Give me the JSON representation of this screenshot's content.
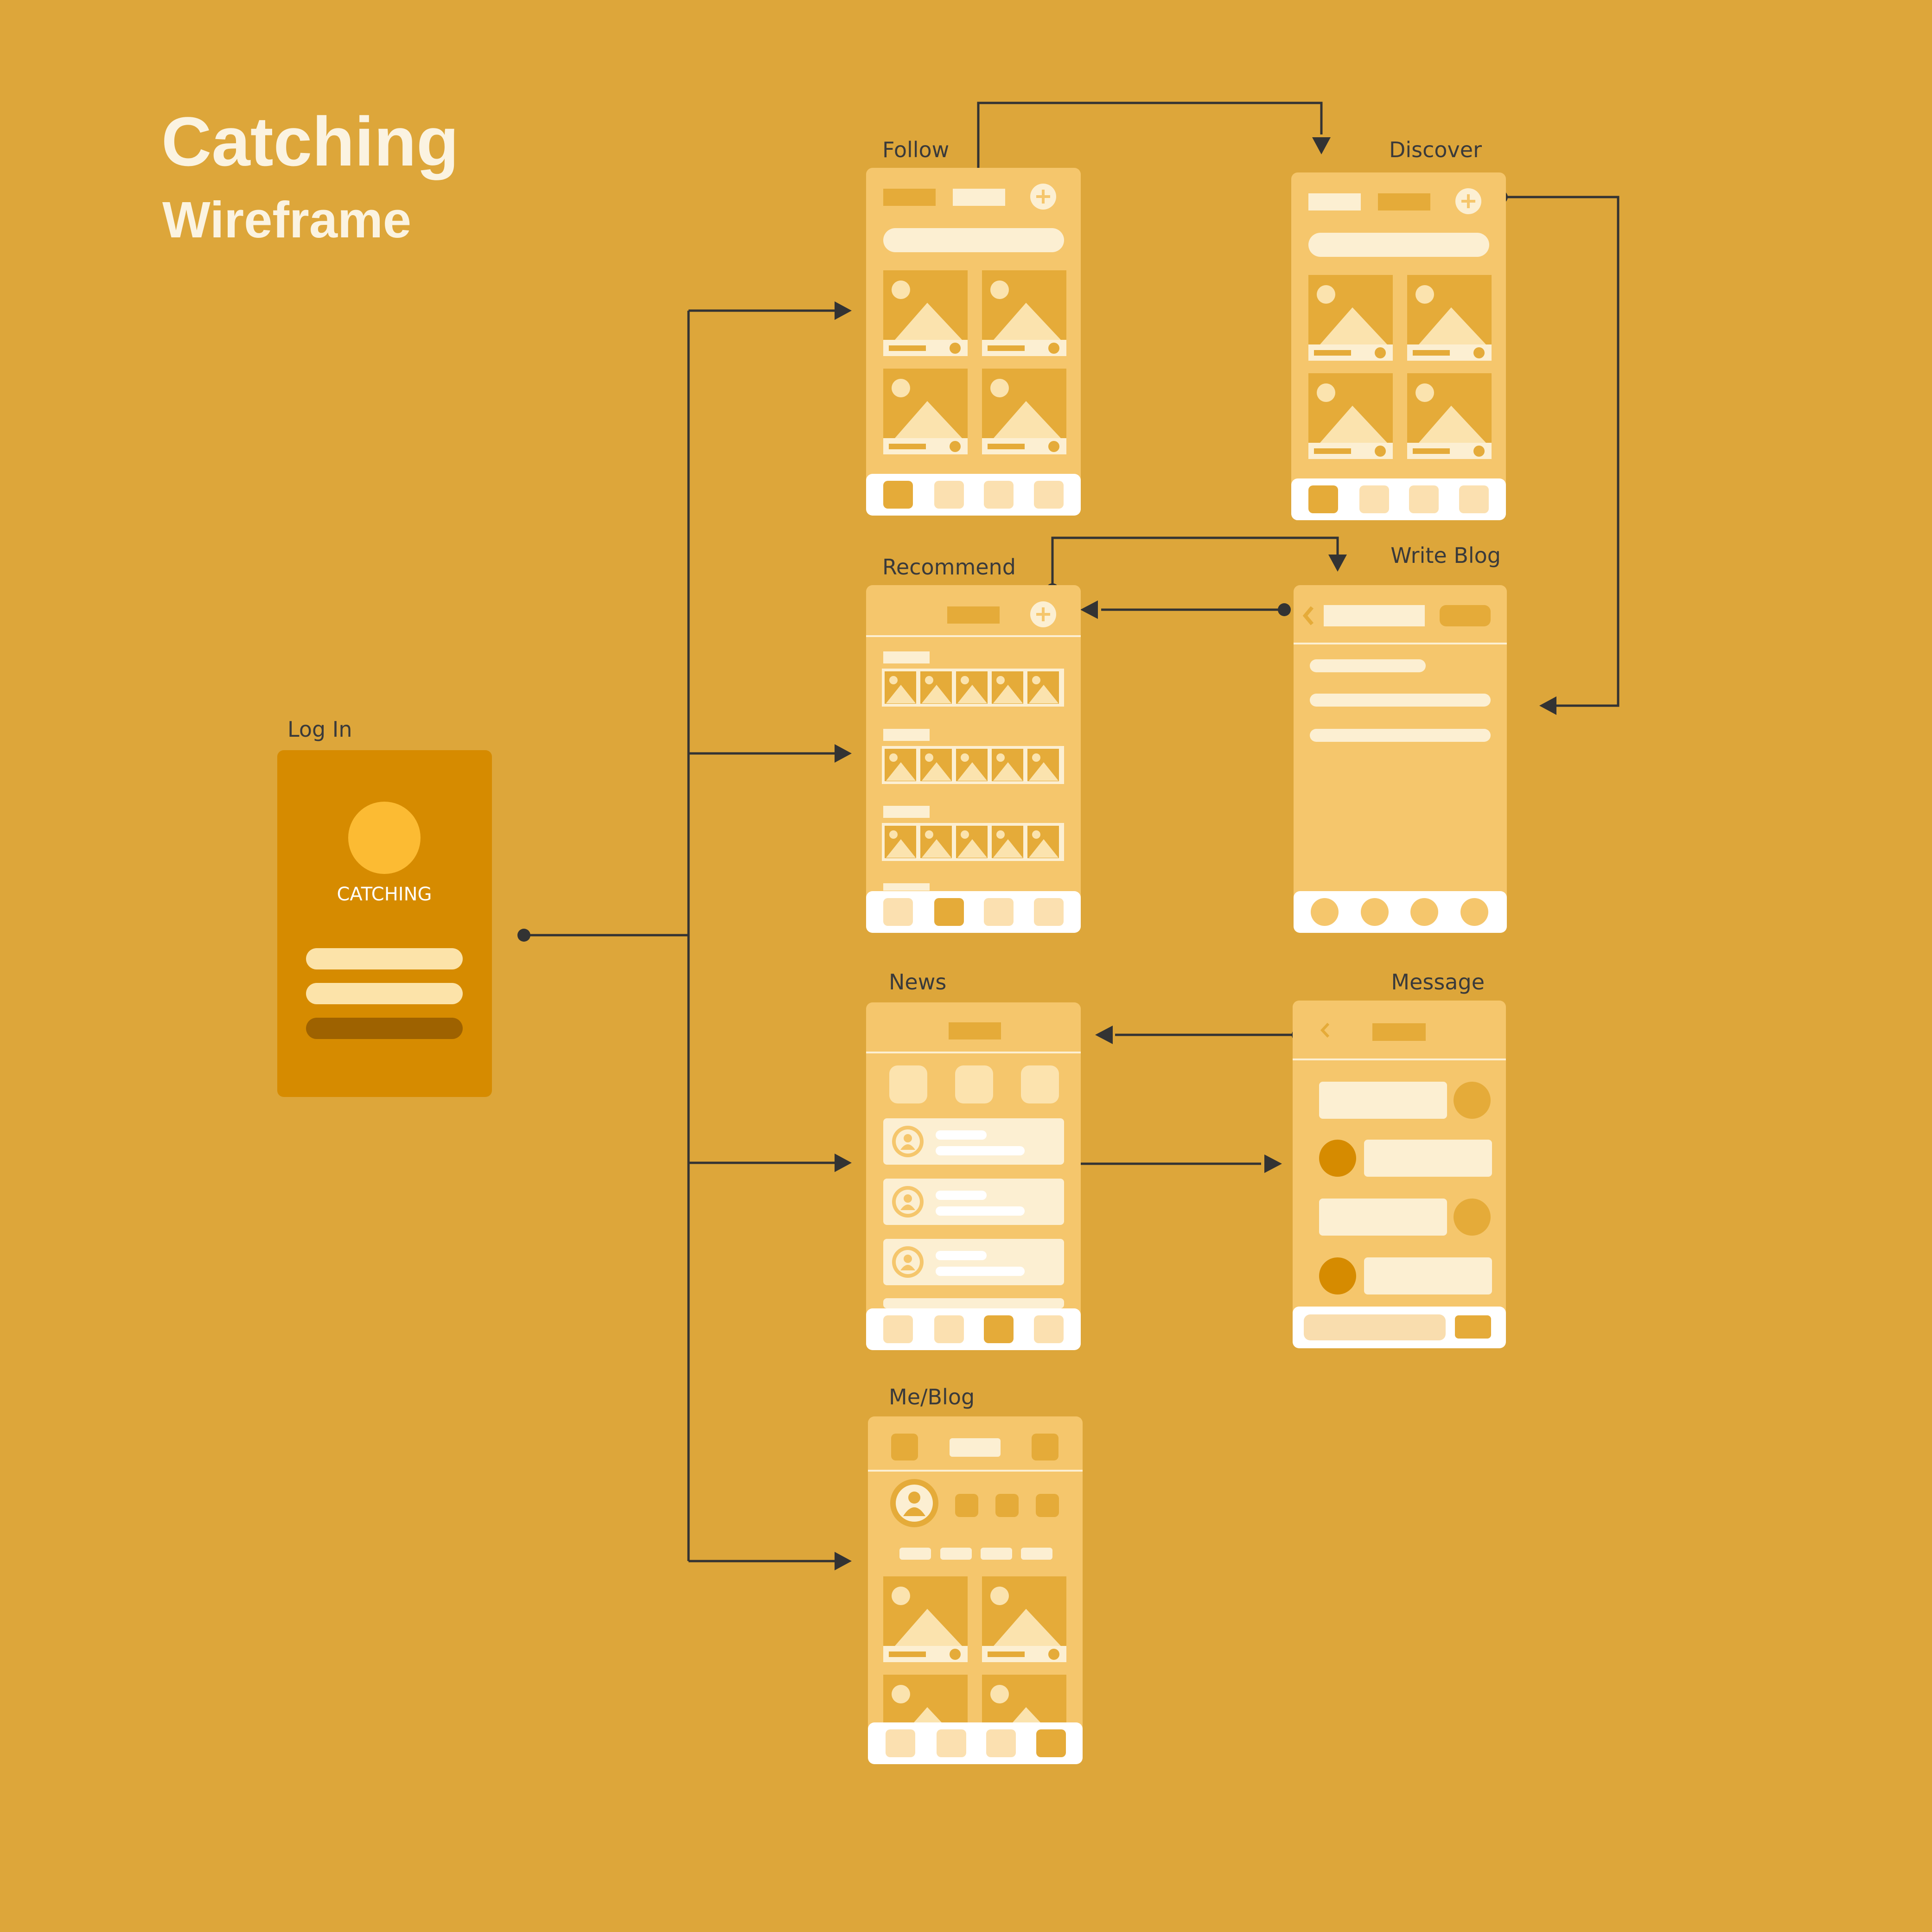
{
  "page": {
    "title": "Catching",
    "subtitle": "Wireframe"
  },
  "screens": {
    "login": {
      "label": "Log In",
      "brand": "CATCHING"
    },
    "follow": {
      "label": "Follow"
    },
    "discover": {
      "label": "Discover"
    },
    "recommend": {
      "label": "Recommend"
    },
    "write_blog": {
      "label": "Write Blog"
    },
    "news": {
      "label": "News"
    },
    "message": {
      "label": "Message"
    },
    "me_blog": {
      "label": "Me/Blog"
    }
  },
  "colors": {
    "background": "#DDA63A",
    "screen_fill": "#F5C66C",
    "image_fill": "#E5AB39",
    "light_fill": "#FCEFD2",
    "login_fill": "#D68B00",
    "arrow": "#333333"
  }
}
